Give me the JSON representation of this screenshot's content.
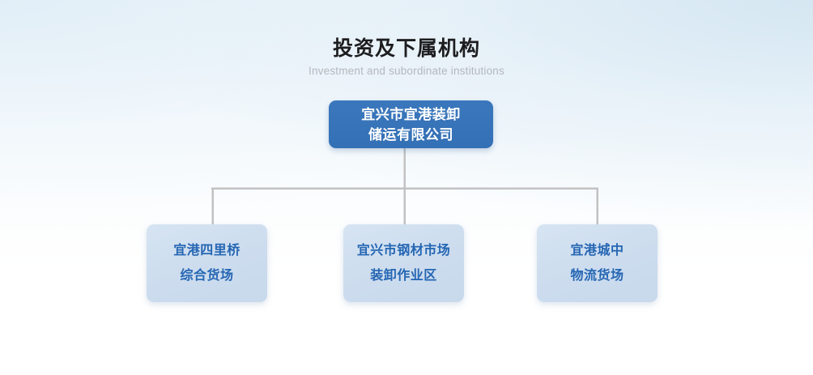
{
  "header": {
    "title": "投资及下属机构",
    "subtitle": "Investment and subordinate institutions"
  },
  "colors": {
    "root_node_bg": "#3572b8",
    "root_node_text": "#ffffff",
    "child_node_bg": "#cdddf0",
    "child_node_text": "#2566b3",
    "connector_line": "#c2c2c2",
    "title_text": "#1d1d1f",
    "subtitle_text": "#b3b8bd",
    "background_top": "#e7f1f8",
    "background_bottom": "#ffffff"
  },
  "chart_data": {
    "type": "diagram",
    "diagram_type": "organizational-chart",
    "title": "投资及下属机构",
    "subtitle": "Investment and subordinate institutions",
    "orientation": "top-down",
    "levels": 2,
    "root": {
      "id": "root",
      "lines": [
        "宜兴市宜港装卸",
        "储运有限公司"
      ],
      "full_text": "宜兴市宜港装卸储运有限公司",
      "style": "solid-blue"
    },
    "children": [
      {
        "id": "child-1",
        "lines": [
          "宜港四里桥",
          "综合货场"
        ],
        "full_text": "宜港四里桥综合货场",
        "style": "light-blue"
      },
      {
        "id": "child-2",
        "lines": [
          "宜兴市钢材市场",
          "装卸作业区"
        ],
        "full_text": "宜兴市钢材市场装卸作业区",
        "style": "light-blue"
      },
      {
        "id": "child-3",
        "lines": [
          "宜港城中",
          "物流货场"
        ],
        "full_text": "宜港城中物流货场",
        "style": "light-blue"
      }
    ],
    "edges": [
      {
        "from": "root",
        "to": "child-1"
      },
      {
        "from": "root",
        "to": "child-2"
      },
      {
        "from": "root",
        "to": "child-3"
      }
    ]
  }
}
